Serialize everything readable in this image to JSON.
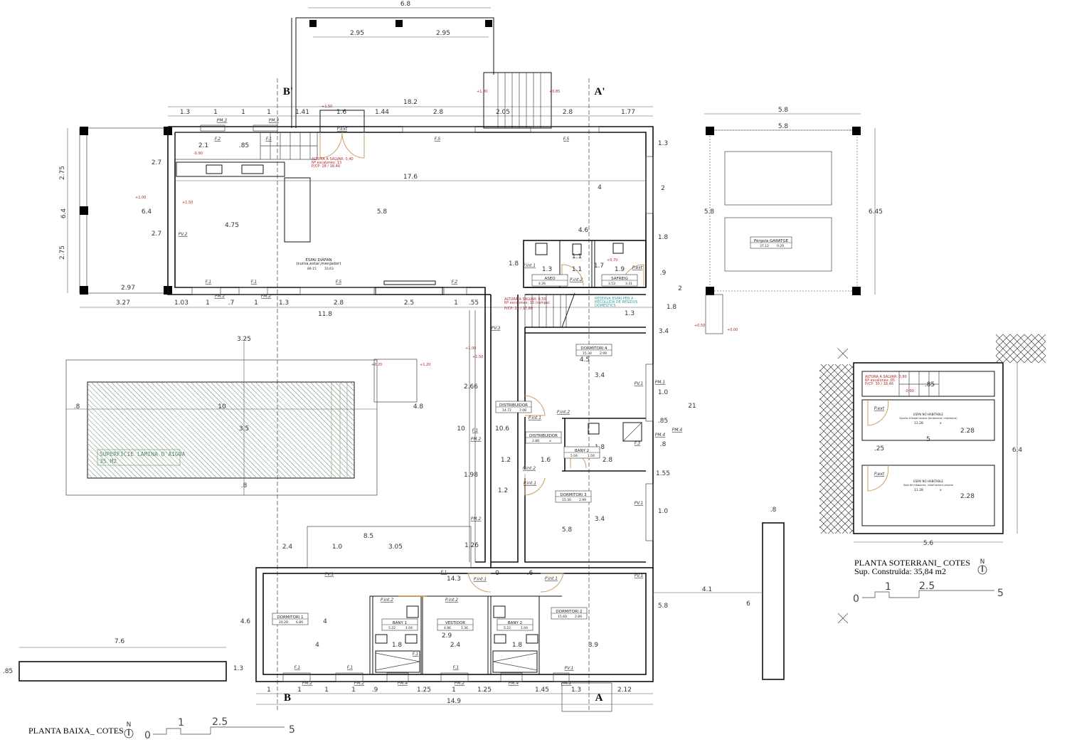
{
  "titles": {
    "ground_floor": "PLANTA BAIXA_ COTES",
    "basement": "PLANTA SOTERRANI_ COTES",
    "basement_area": "Sup. Construïda: 35,84 m2",
    "north": "N"
  },
  "scale_bar": [
    "0",
    "1",
    "2.5",
    "5"
  ],
  "section_markers": [
    "B'",
    "A'",
    "B",
    "A"
  ],
  "pool_label": [
    "SUPERFÍCIE LÀMINA D'AIGUA",
    "35 M2"
  ],
  "rooms": [
    {
      "name": "ESPAI DIÀFAN",
      "sub": "(cuina,estar,menjador)",
      "area": "89.15",
      "height": "33.63"
    },
    {
      "name": "ASEO",
      "area": "4.26",
      "height": ""
    },
    {
      "name": "SAFREIG",
      "area": "3.53",
      "height": "3.31"
    },
    {
      "name": "DORMITORI 4",
      "area": "15.30",
      "height": "2.99"
    },
    {
      "name": "DISTRIBUIDOR",
      "area": "14.72",
      "height": "7.08"
    },
    {
      "name": "DISTRIBUIDOR",
      "area": "2.88",
      "height": "x"
    },
    {
      "name": "BANY 2",
      "area": "5.04",
      "height": "1.04"
    },
    {
      "name": "DORMITORI 3",
      "area": "15.30",
      "height": "2.99"
    },
    {
      "name": "DORMITORI 1",
      "area": "20.20",
      "height": "6.89"
    },
    {
      "name": "BANY 1",
      "area": "5.22",
      "height": "1.04"
    },
    {
      "name": "VESTIDOR",
      "area": "4.86",
      "height": "1.30"
    },
    {
      "name": "BANY 2",
      "area": "5.22",
      "height": "1.04"
    },
    {
      "name": "DORMITORI 2",
      "area": "15.60",
      "height": "2.89"
    },
    {
      "name": "Pèrgola GARATGE",
      "area": "37.12",
      "height": "0.29"
    }
  ],
  "basement_rooms": [
    {
      "name": "ESPAI NO HABITABLE",
      "sub": "Quarto d'instal·lacions (fontaneria i mecànica)",
      "area": "11.28",
      "height": "x"
    },
    {
      "name": "ESPAI NO HABITABLE",
      "sub": "Sala de màquines, instal·lacions piscina",
      "area": "11.28",
      "height": "x"
    }
  ],
  "dimensions": [
    "6.8",
    "2.95",
    "2.95",
    "18.2",
    "1.3",
    "1",
    "1",
    "1",
    "1.41",
    "1.6",
    "1.44",
    "2.8",
    "2.05",
    "2.8",
    "1.77",
    "5.8",
    "5.8",
    "2.7",
    "2.75",
    "6.4",
    "6.4",
    "2.75",
    "2.7",
    "4.75",
    "5.8",
    "17.6",
    "2.97",
    "3.27",
    "1.03",
    "1",
    ".7",
    "1",
    "1.3",
    "2.8",
    "2.5",
    "1",
    ".55",
    "11.8",
    "3.25",
    "4.6",
    "1.8",
    "1.3",
    "1.1",
    "1.7",
    "1.9",
    "2",
    "1.3",
    "3.4",
    "4.5",
    "3.4",
    "1.3",
    "2",
    "1.8",
    ".9",
    "6.45",
    "5.8",
    ".8",
    "10",
    "3.5",
    ".8",
    "4.8",
    "2.66",
    "10",
    "10.6",
    "1.2",
    "1.6",
    "1.8",
    "2.8",
    "1.98",
    "1.55",
    "1.0",
    ".85",
    ".8",
    "1.0",
    "3.4",
    "5.8",
    "8.5",
    "1.26",
    "2.4",
    "1.0",
    "3.05",
    "14.3",
    "0",
    ".6",
    "4.6",
    "4",
    "4",
    "1.8",
    "2.4",
    "2.9",
    "1.8",
    "3.9",
    "1.3",
    "1",
    "1",
    "1",
    "1",
    ".9",
    "1.25",
    "1",
    "1.25",
    "1.45",
    "1.3",
    "2.12",
    "14.9",
    "7.6",
    ".85",
    "5.8",
    "4.1",
    "6",
    ".8",
    "21",
    "2.28",
    "5",
    ".25",
    "2.28",
    "6.4",
    "5.6",
    ".85",
    "2.1",
    ".85",
    "4",
    "1.1",
    "1.8",
    "1.2"
  ],
  "element_tags": [
    "PM.3",
    "PM.3",
    "F.2",
    "F.1",
    "P.Ext",
    "F.5",
    "F.5",
    "PV.2",
    "F.1",
    "F.1",
    "F.5",
    "F.2",
    "PM.2",
    "PM.2",
    "PV.3",
    "PV.1",
    "PV.1",
    "PM.2",
    "PM.2",
    "F.1",
    "PM.4",
    "P.int.1",
    "P.int.2",
    "P.int.1",
    "P.int.2",
    "P.ext",
    "F.1",
    "P.int.2",
    "P.int.2",
    "P.int.1",
    "PV.1",
    "P.int.1",
    "P.int.1",
    "P.int.2",
    "F.1",
    "F.1",
    "F.1",
    "F.1",
    "PM.2",
    "PM.2",
    "PM.4",
    "PM.2",
    "PM.4",
    "PV.1",
    "PM.1",
    "P.ext",
    "P.ext",
    "F.3",
    "PM.4",
    "PM.1",
    "PV.1"
  ],
  "level_marks": [
    "+1,80",
    "+0,85",
    "+1,50",
    "+1,00",
    "+1,50",
    "-0,90",
    "+0,70",
    "+1,50",
    "+1,00",
    "+0,20",
    "+1,20",
    "+0,50",
    "+0,00",
    "-0,90"
  ],
  "stair_notes": [
    [
      "ALTURA A SALVAR: 0,40",
      "Nº escalones: 13",
      "P/CP: 28 / 18,46"
    ],
    [
      "ALTURA A SALVAR: 0,50",
      "Nº escalones: 13 (rampa)",
      "P/CP: 28 / 17,86"
    ],
    [
      "ALTURA A SALVAR: 0,90",
      "Nº escalones: 05",
      "P/CP: 30 / 18,46"
    ]
  ],
  "reserve_note": [
    "RESERVA ESPAI PER A",
    "RECOLLIDA DE RESIDUS",
    "DOMÈSTICS"
  ],
  "colors": {
    "walls": "#111111",
    "doors": "#c9a062",
    "annotations": "#b02828",
    "pool_hatch": "#7c9a80",
    "reserve_note": "#3a9a9a"
  }
}
